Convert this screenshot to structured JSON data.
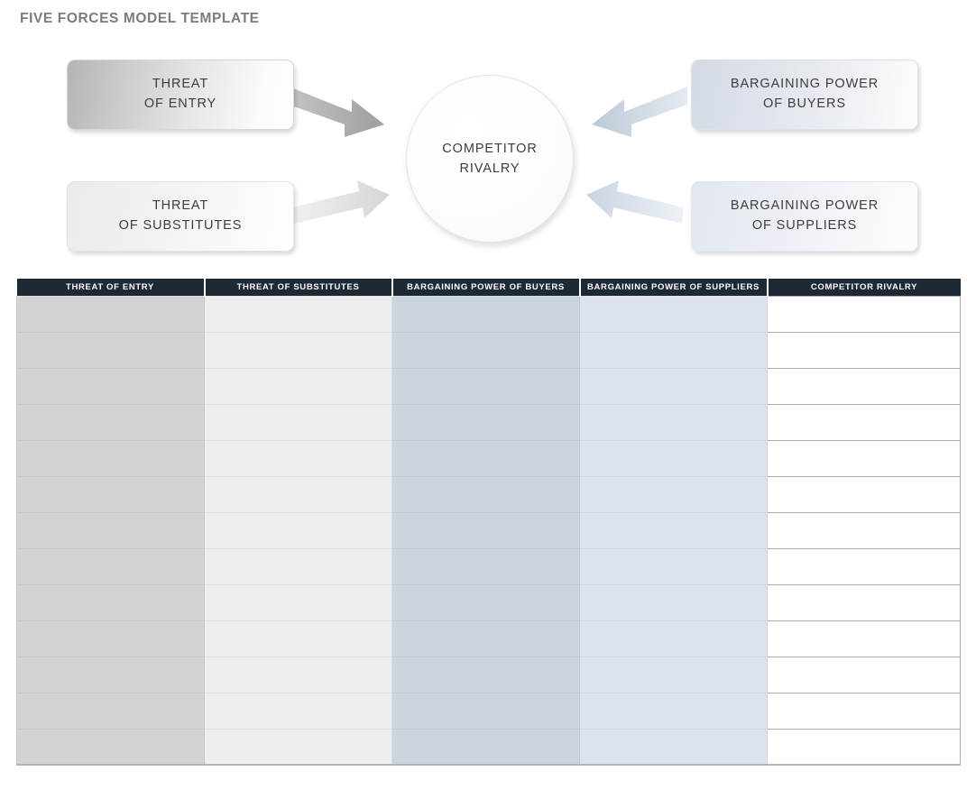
{
  "page": {
    "title": "FIVE FORCES MODEL TEMPLATE",
    "title_color": "#7b7b7b",
    "background": "#ffffff"
  },
  "diagram": {
    "center": {
      "name": "competitor-rivalry",
      "label": "COMPETITOR\nRIVALRY",
      "shape": "circle",
      "fill": "#ffffff",
      "border": "#e3e3e3"
    },
    "boxes": [
      {
        "id": "threat-of-entry",
        "label": "THREAT\nOF ENTRY",
        "position": "top-left",
        "fill_start": "#b4b4b4",
        "fill_end": "#ffffff"
      },
      {
        "id": "threat-of-substitutes",
        "label": "THREAT\nOF SUBSTITUTES",
        "position": "bottom-left",
        "fill_start": "#ebebeb",
        "fill_end": "#ffffff"
      },
      {
        "id": "bargaining-power-of-buyers",
        "label": "BARGAINING POWER\nOF BUYERS",
        "position": "top-right",
        "fill_start": "#d4dae4",
        "fill_end": "#fcfdfe"
      },
      {
        "id": "bargaining-power-of-suppliers",
        "label": "BARGAINING POWER\nOF SUPPLIERS",
        "position": "bottom-right",
        "fill_start": "#e2e7ee",
        "fill_end": "#fdfdff"
      }
    ],
    "arrows": [
      {
        "id": "arrow-entry-to-rivalry",
        "from": "threat-of-entry",
        "to": "competitor-rivalry",
        "direction": "right-down",
        "color": "#b0b0b0"
      },
      {
        "id": "arrow-substitutes-to-rivalry",
        "from": "threat-of-substitutes",
        "to": "competitor-rivalry",
        "direction": "right-up",
        "color": "#e0e0e0"
      },
      {
        "id": "arrow-buyers-to-rivalry",
        "from": "bargaining-power-of-buyers",
        "to": "competitor-rivalry",
        "direction": "left-down",
        "color": "#ccd6e2"
      },
      {
        "id": "arrow-suppliers-to-rivalry",
        "from": "bargaining-power-of-suppliers",
        "to": "competitor-rivalry",
        "direction": "left-up",
        "color": "#d7e0ea"
      }
    ]
  },
  "table": {
    "header_background": "#1e2936",
    "header_text_color": "#ffffff",
    "columns": [
      {
        "key": "threat_of_entry",
        "header": "THREAT OF ENTRY",
        "fill": "#d3d3d3"
      },
      {
        "key": "threat_of_substitutes",
        "header": "THREAT OF SUBSTITUTES",
        "fill": "#eeeeee"
      },
      {
        "key": "bargaining_power_of_buyers",
        "header": "BARGAINING POWER OF BUYERS",
        "fill": "#ccd4de"
      },
      {
        "key": "bargaining_power_of_suppliers",
        "header": "BARGAINING POWER OF SUPPLIERS",
        "fill": "#dde3ed"
      },
      {
        "key": "competitor_rivalry",
        "header": "COMPETITOR RIVALRY",
        "fill": "#ffffff"
      }
    ],
    "row_count": 13,
    "rows": [
      [
        "",
        "",
        "",
        "",
        ""
      ],
      [
        "",
        "",
        "",
        "",
        ""
      ],
      [
        "",
        "",
        "",
        "",
        ""
      ],
      [
        "",
        "",
        "",
        "",
        ""
      ],
      [
        "",
        "",
        "",
        "",
        ""
      ],
      [
        "",
        "",
        "",
        "",
        ""
      ],
      [
        "",
        "",
        "",
        "",
        ""
      ],
      [
        "",
        "",
        "",
        "",
        ""
      ],
      [
        "",
        "",
        "",
        "",
        ""
      ],
      [
        "",
        "",
        "",
        "",
        ""
      ],
      [
        "",
        "",
        "",
        "",
        ""
      ],
      [
        "",
        "",
        "",
        "",
        ""
      ],
      [
        "",
        "",
        "",
        "",
        ""
      ]
    ]
  }
}
